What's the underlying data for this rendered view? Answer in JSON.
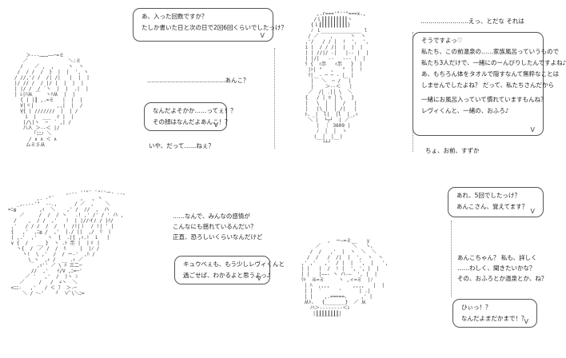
{
  "panel1": {
    "bubble_top": [
      "あ、入った回数ですか？",
      "たしか書いた日と次の日で2回6回くらいでしたっけ？"
    ],
    "narration1": "…………………………………あんこ？",
    "bubble_mid": [
      "なんだよそかか……ってぇ！？",
      "その顔はなんだよあんこ！？"
    ],
    "narration2": "いや、だって……ねぇ？"
  },
  "panel2": {
    "narration_top": "……………………えっ、とだな それは",
    "bubble_right": [
      "そうですよっ♡",
      "私たち、この前温泉の……家族風呂っていうもので",
      "私たち3人だけで、一緒にのーんびりしたんですよね♪",
      "あ、もちろん体をタオルで隠すなんて無粋なことは",
      "しませんでしたよね？ だって、私たちさんだから",
      "一緒にお風呂入っていて慣れていますもんね？",
      "レヴィくんと、一緒の、おふろ♪"
    ],
    "narration_bottom": "ちょ、お前、すずか"
  },
  "panel3": {
    "narration": [
      "……なんで、みんなの感情が",
      "こんなにも揺れているんだい？",
      "正直、恐ろしいくらいなんだけど"
    ],
    "bubble": [
      "キュウべぇも、もう少しレヴィくんと",
      "過ごせば、わかるよと思うよっ♪"
    ]
  },
  "panel4": {
    "bubble_top": [
      "あれ、5回でしたっけ？",
      "あんこさん、覚えてます？"
    ],
    "narration": [
      "あんこちゃん？ 私も、詳しく",
      "……わしく、聞きたいかな？",
      "その、おふろとか温泉とか、ね？"
    ],
    "bubble_bottom": [
      "ひぃっ！？",
      "なんだよまだかまで！？"
    ]
  }
}
